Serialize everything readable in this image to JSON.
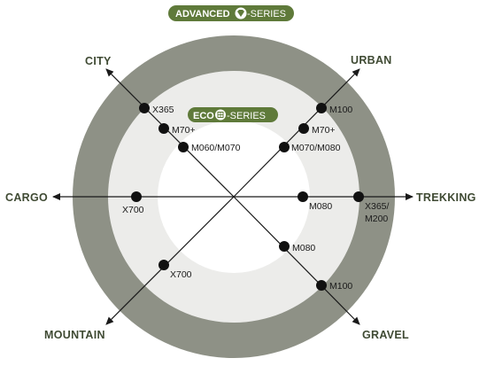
{
  "badges": {
    "advanced": {
      "prefix": "ADVANCED",
      "suffix": "-SERIES"
    },
    "eco": {
      "prefix": "ECO",
      "suffix": "-SERIES"
    }
  },
  "axes": {
    "city": "CITY",
    "urban": "URBAN",
    "cargo": "CARGO",
    "trekking": "TREKKING",
    "mountain": "MOUNTAIN",
    "gravel": "GRAVEL"
  },
  "models": {
    "city_x365": "X365",
    "city_m70": "M70+",
    "city_m060": "M060/M070",
    "urban_m100": "M100",
    "urban_m70": "M70+",
    "urban_m070": "M070/M080",
    "cargo_x700": "X700",
    "trekking_m080": "M080",
    "trekking_x365_line1": "X365/",
    "trekking_x365_line2": "M200",
    "gravel_m080": "M080",
    "gravel_m100": "M100",
    "mountain_x700": "X700"
  },
  "colors": {
    "outer_ring": "#8e9186",
    "inner_ring": "#ececea",
    "center": "#ffffff",
    "badge": "#5f7a3a",
    "line": "#1a1a1a"
  },
  "icons": {
    "advanced": "diamond-leaf-icon",
    "eco": "grid-leaf-icon"
  }
}
